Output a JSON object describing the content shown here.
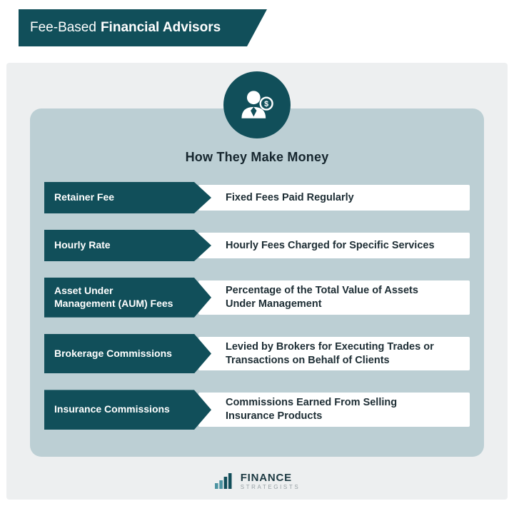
{
  "banner": {
    "title_regular": "Fee-Based",
    "title_bold": "Financial Advisors"
  },
  "advisor_icon": {
    "name": "advisor-with-dollar-icon",
    "dollar": "$"
  },
  "section": {
    "title": "How They Make Money"
  },
  "rows": [
    {
      "label": "Retainer Fee",
      "desc": "Fixed Fees Paid Regularly"
    },
    {
      "label": "Hourly Rate",
      "desc": "Hourly Fees Charged for Specific Services"
    },
    {
      "label": "Asset Under\nManagement (AUM) Fees",
      "desc": "Percentage of the Total Value of Assets\nUnder Management"
    },
    {
      "label": "Brokerage Commissions",
      "desc": "Levied by Brokers for Executing Trades or\nTransactions on Behalf of Clients"
    },
    {
      "label": "Insurance Commissions",
      "desc": "Commissions Earned From Selling\nInsurance Products"
    }
  ],
  "footer": {
    "brand_name": "FINANCE",
    "brand_sub": "STRATEGISTS"
  },
  "colors": {
    "teal_dark": "#114f5a",
    "card_bg": "#bccfd4",
    "page_panel_bg": "#edeff0",
    "text_dark": "#1d2d34",
    "bars_light": "#4b93a1",
    "bars_dark": "#124e5a"
  }
}
